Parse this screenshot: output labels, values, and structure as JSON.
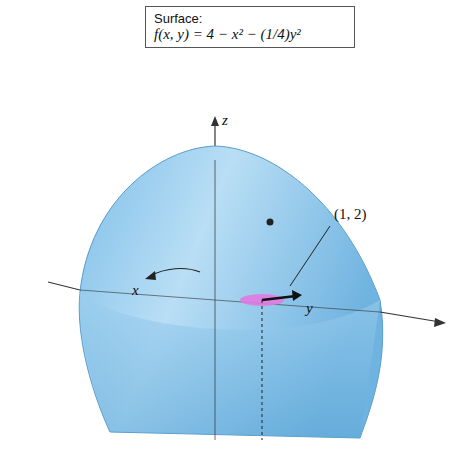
{
  "diagram": {
    "nodes": [
      {
        "text": [
          "Surface:",
          "f(x, y) = 4 − x² − (1/4)y²"
        ]
      }
    ],
    "labels": [
      "z",
      "(1, 2)",
      "x",
      "y"
    ]
  }
}
